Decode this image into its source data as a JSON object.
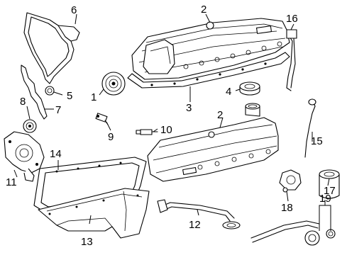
{
  "callouts": {
    "c1": "1",
    "c2a": "2",
    "c2b": "2",
    "c3": "3",
    "c4": "4",
    "c5": "5",
    "c6": "6",
    "c7": "7",
    "c8": "8",
    "c9": "9",
    "c10": "10",
    "c11": "11",
    "c12": "12",
    "c13": "13",
    "c14": "14",
    "c15": "15",
    "c16": "16",
    "c17": "17",
    "c18": "18",
    "c19": "19"
  }
}
